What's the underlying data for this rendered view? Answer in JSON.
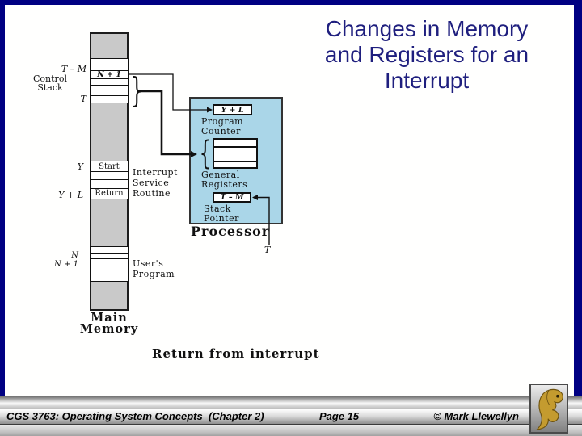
{
  "slide": {
    "title": {
      "line1": "Changes in Memory",
      "line2": "and Registers for an",
      "line3": "Interrupt"
    },
    "colors": {
      "border": "#000082",
      "title": "#1f1f7e",
      "processor_fill": "#aad6e8",
      "memory_gray": "#c9c9c9",
      "logo_gold": "#c49b2f"
    }
  },
  "diagram": {
    "control_stack": {
      "addr_top": "T – M",
      "name1": "Control",
      "name2": "Stack",
      "addr_bottom": "T",
      "cell_value": "N + 1"
    },
    "isr": {
      "addr_start": "Y",
      "cell_start": "Start",
      "addr_return": "Y + L",
      "cell_return": "Return",
      "label1": "Interrupt",
      "label2": "Service",
      "label3": "Routine"
    },
    "user_program": {
      "addr1": "N",
      "addr2": "N + 1",
      "label1": "User's",
      "label2": "Program"
    },
    "main_memory": {
      "label1": "Main",
      "label2": "Memory"
    },
    "processor": {
      "label": "Processor",
      "pc": {
        "value": "Y + L",
        "label1": "Program",
        "label2": "Counter"
      },
      "gr": {
        "label1": "General",
        "label2": "Registers"
      },
      "sp": {
        "value": "T – M",
        "label1": "Stack",
        "label2": "Pointer"
      },
      "t_ref": "T"
    },
    "caption": "Return from interrupt"
  },
  "footer": {
    "course": "CGS 3763: Operating System Concepts  (Chapter 2)",
    "page": "Page 15",
    "copyright": "© Mark Llewellyn",
    "logo": "ucf-pegasus"
  }
}
